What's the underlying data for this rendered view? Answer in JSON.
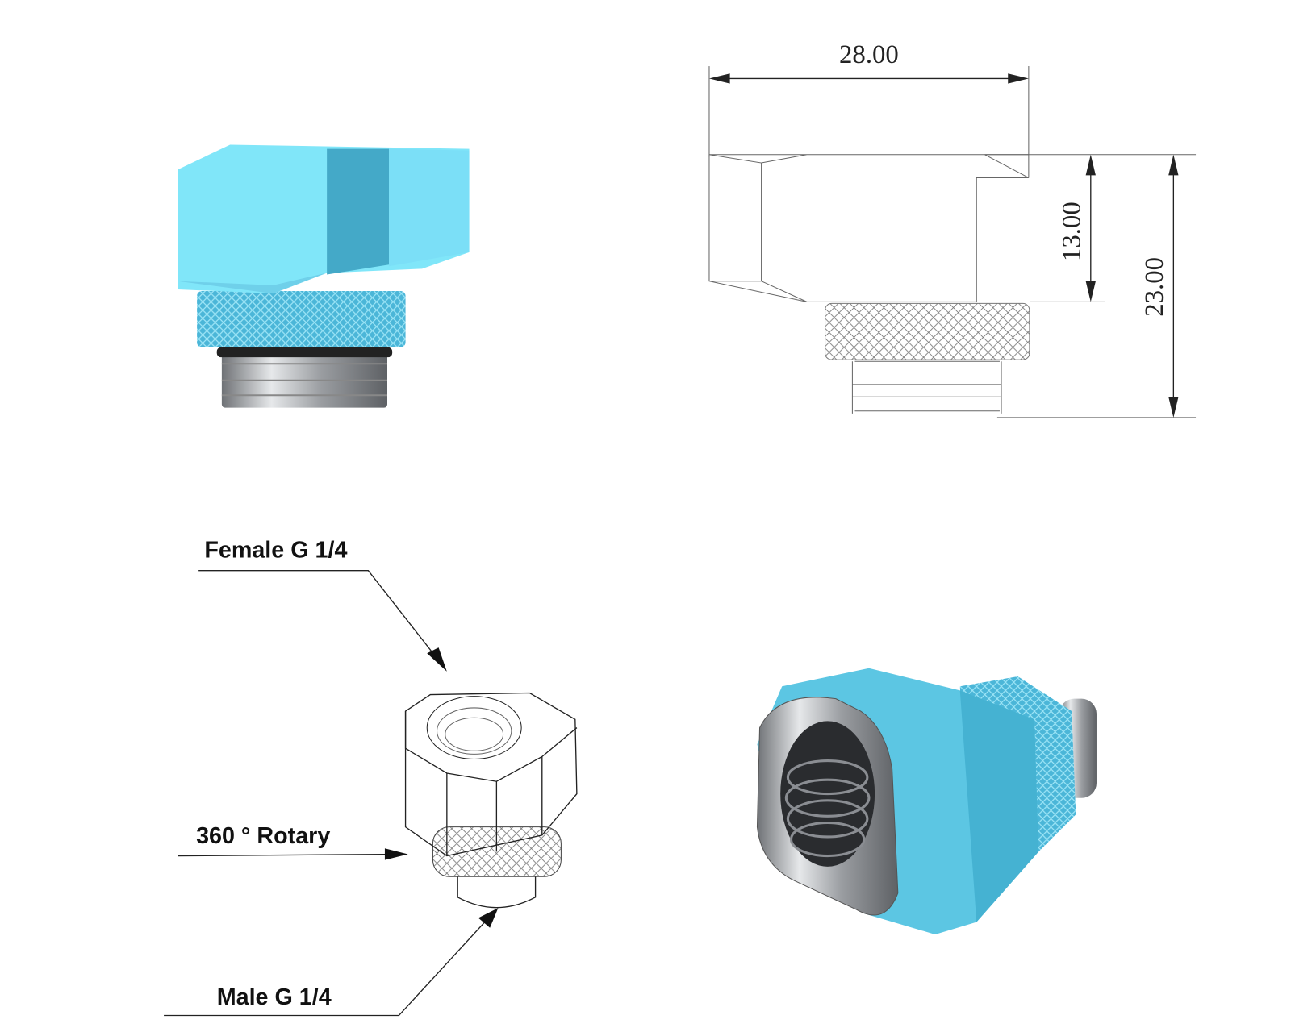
{
  "dimensions": {
    "width": "28.00",
    "height_body": "13.00",
    "height_total": "23.00"
  },
  "callouts": {
    "female": "Female G 1/4",
    "rotary": "360 ° Rotary",
    "male": "Male G 1/4"
  },
  "colors": {
    "accent_blue": "#7fe0f5",
    "accent_blue_dark": "#45aecb",
    "metal": "#b9bcc0"
  }
}
